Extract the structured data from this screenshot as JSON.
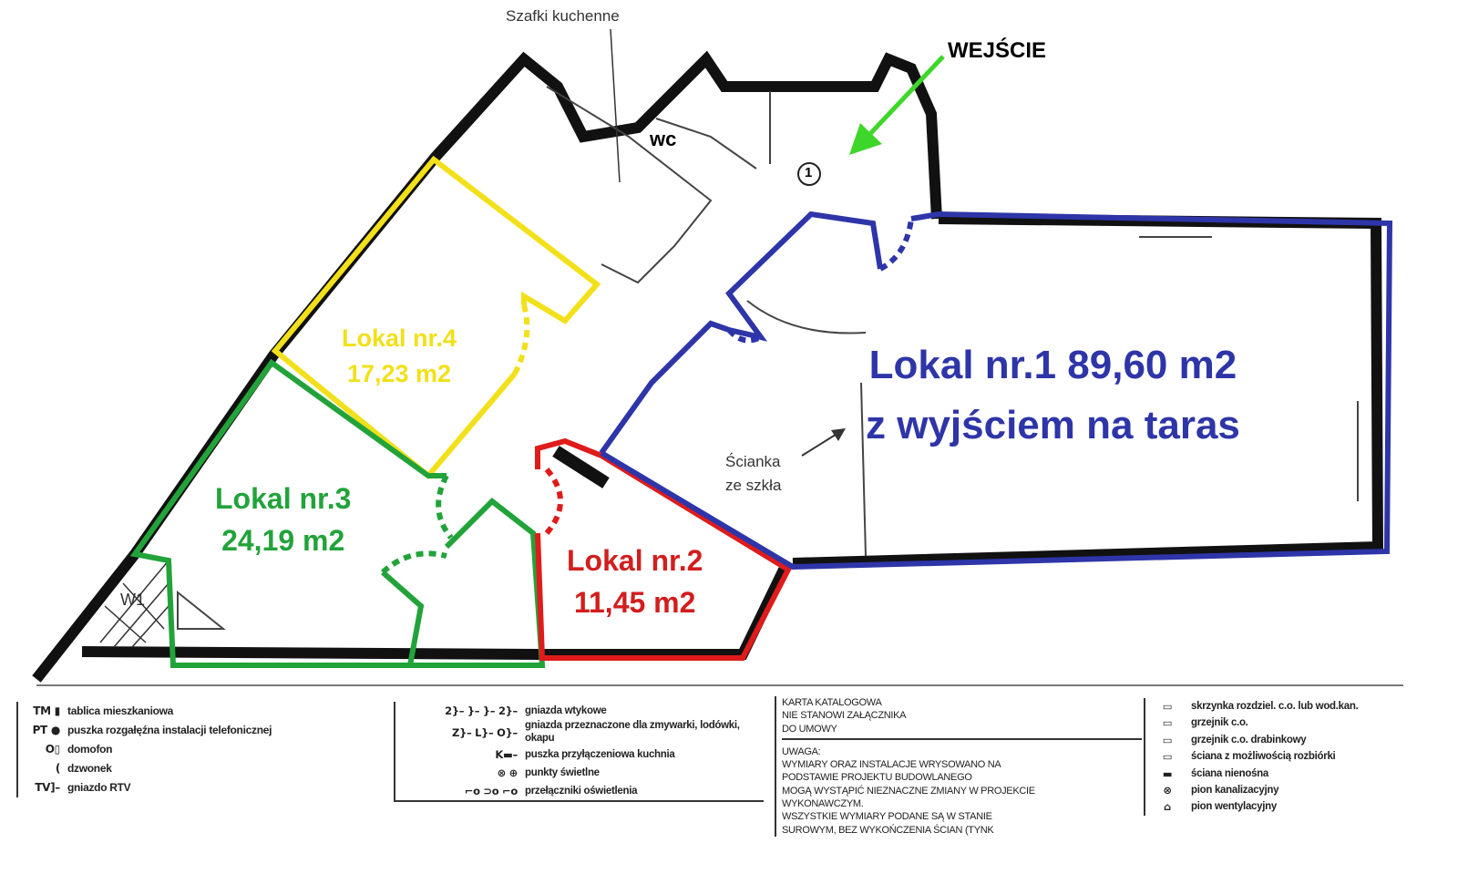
{
  "plan": {
    "kitchen_label": "Szafki kuchenne",
    "entrance_label": "WEJŚCIE",
    "wc_label": "wc",
    "room_number": "1",
    "window_label": "W1",
    "glass_wall_label_line1": "Ścianka",
    "glass_wall_label_line2": "ze szkła",
    "colors": {
      "lokal1": "#2e35a8",
      "lokal2": "#e01b1b",
      "lokal3": "#22a33a",
      "lokal4": "#f2e01a",
      "arrow": "#3ed62a",
      "wall": "#111111"
    }
  },
  "units": [
    {
      "name": "Lokal nr.1 89,60 m2",
      "line2": "z wyjściem na taras"
    },
    {
      "name": "Lokal nr.2",
      "area": "11,45 m2"
    },
    {
      "name": "Lokal nr.3",
      "area": "24,19 m2"
    },
    {
      "name": "Lokal nr.4",
      "area": "17,23 m2"
    }
  ],
  "legend": {
    "col1": [
      {
        "symbol": "TM ▮",
        "text": "tablica mieszkaniowa"
      },
      {
        "symbol": "PT ●",
        "text": "puszka rozgałęźna instalacji telefonicznej"
      },
      {
        "symbol": "O▯",
        "text": "domofon"
      },
      {
        "symbol": "(",
        "text": "dzwonek"
      },
      {
        "symbol": "TV]–",
        "text": "gniazdo RTV"
      }
    ],
    "col2": [
      {
        "symbol": "2}– }– }– 2}–",
        "text": "gniazda wtykowe"
      },
      {
        "symbol": "Z}– L}– O}–",
        "text": "gniazda przeznaczone dla zmywarki, lodówki, okapu"
      },
      {
        "symbol": "K▬–",
        "text": "puszka przyłączeniowa kuchnia"
      },
      {
        "symbol": "⊗ ⊕",
        "text": "punkty świetlne"
      },
      {
        "symbol": "⌐o ⊃o ⌐o",
        "text": "przełączniki oświetlenia"
      }
    ],
    "card_title": [
      "KARTA KATALOGOWA",
      "NIE STANOWI ZAŁĄCZNIKA",
      "DO UMOWY"
    ],
    "note": [
      "UWAGA:",
      "WYMIARY ORAZ INSTALACJE WRYSOWANO NA",
      "PODSTAWIE PROJEKTU BUDOWLANEGO",
      "MOGĄ WYSTĄPIĆ NIEZNACZNE ZMIANY W PROJEKCIE",
      "WYKONAWCZYM.",
      "WSZYSTKIE WYMIARY PODANE SĄ W STANIE",
      "SUROWYM, BEZ WYKOŃCZENIA ŚCIAN (TYNK"
    ],
    "col4": [
      {
        "symbol": "▭",
        "text": "skrzynka rozdziel. c.o. lub wod.kan."
      },
      {
        "symbol": "▭",
        "text": "grzejnik c.o."
      },
      {
        "symbol": "▭",
        "text": "grzejnik c.o. drabinkowy"
      },
      {
        "symbol": "▭",
        "text": "ściana z możliwością rozbiórki"
      },
      {
        "symbol": "▬",
        "text": "ściana nienośna"
      },
      {
        "symbol": "⊗",
        "text": "pion kanalizacyjny"
      },
      {
        "symbol": "⌂",
        "text": "pion wentylacyjny"
      }
    ]
  }
}
